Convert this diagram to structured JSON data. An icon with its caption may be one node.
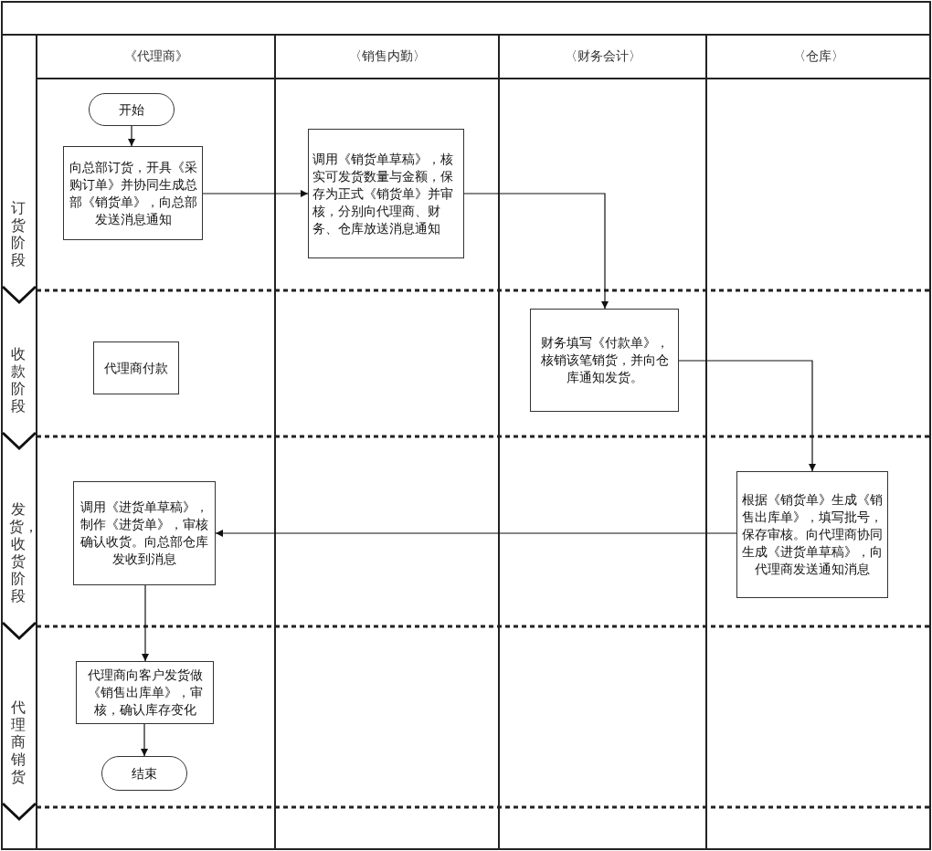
{
  "diagram": {
    "nodes": [
      {
        "text": [
          "开始"
        ]
      },
      {
        "text": [
          "向总部订货，开具《采购订单》并协同生成总部《销货单》，向总部发送消息通知"
        ]
      },
      {
        "text": [
          "调用《销货单草稿》，核实可发货数量与金额，保存为正式《销货单》并审核，分别向代理商、财务、仓库放送消息通知"
        ]
      },
      {
        "text": [
          "代理商付款"
        ]
      },
      {
        "text": [
          "财务填写《付款单》，核销该笔销货，并向仓库通知发货。"
        ]
      },
      {
        "text": [
          "根据《销货单》生成《销售出库单》，填写批号，保存审核。向代理商协同生成《进货单草稿》，向代理商发送通知消息"
        ]
      },
      {
        "text": [
          "调用《进货单草稿》，制作《进货单》，审核确认收货。向总部仓库发收到消息"
        ]
      },
      {
        "text": [
          "代理商向客户发货做《销售出库单》，审核，确认库存变化"
        ]
      },
      {
        "text": [
          "结束"
        ]
      }
    ],
    "edges": [
      {
        "from": 0,
        "to": 1,
        "arrow": "to"
      },
      {
        "from": 1,
        "to": 2,
        "arrow": "to"
      },
      {
        "from": 2,
        "to": 4,
        "arrow": "to"
      },
      {
        "from": 4,
        "to": 5,
        "arrow": "to"
      },
      {
        "from": 5,
        "to": 6,
        "arrow": "to"
      },
      {
        "from": 6,
        "to": 7,
        "arrow": "to"
      },
      {
        "from": 7,
        "to": 8,
        "arrow": "to"
      }
    ],
    "labels": [
      "《代理商》",
      "〈销售内勤〉",
      "〈财务会计〉",
      "〈仓库〉",
      "订货阶段",
      "收款阶段",
      "发货，收货阶段",
      "代理商销货"
    ]
  }
}
